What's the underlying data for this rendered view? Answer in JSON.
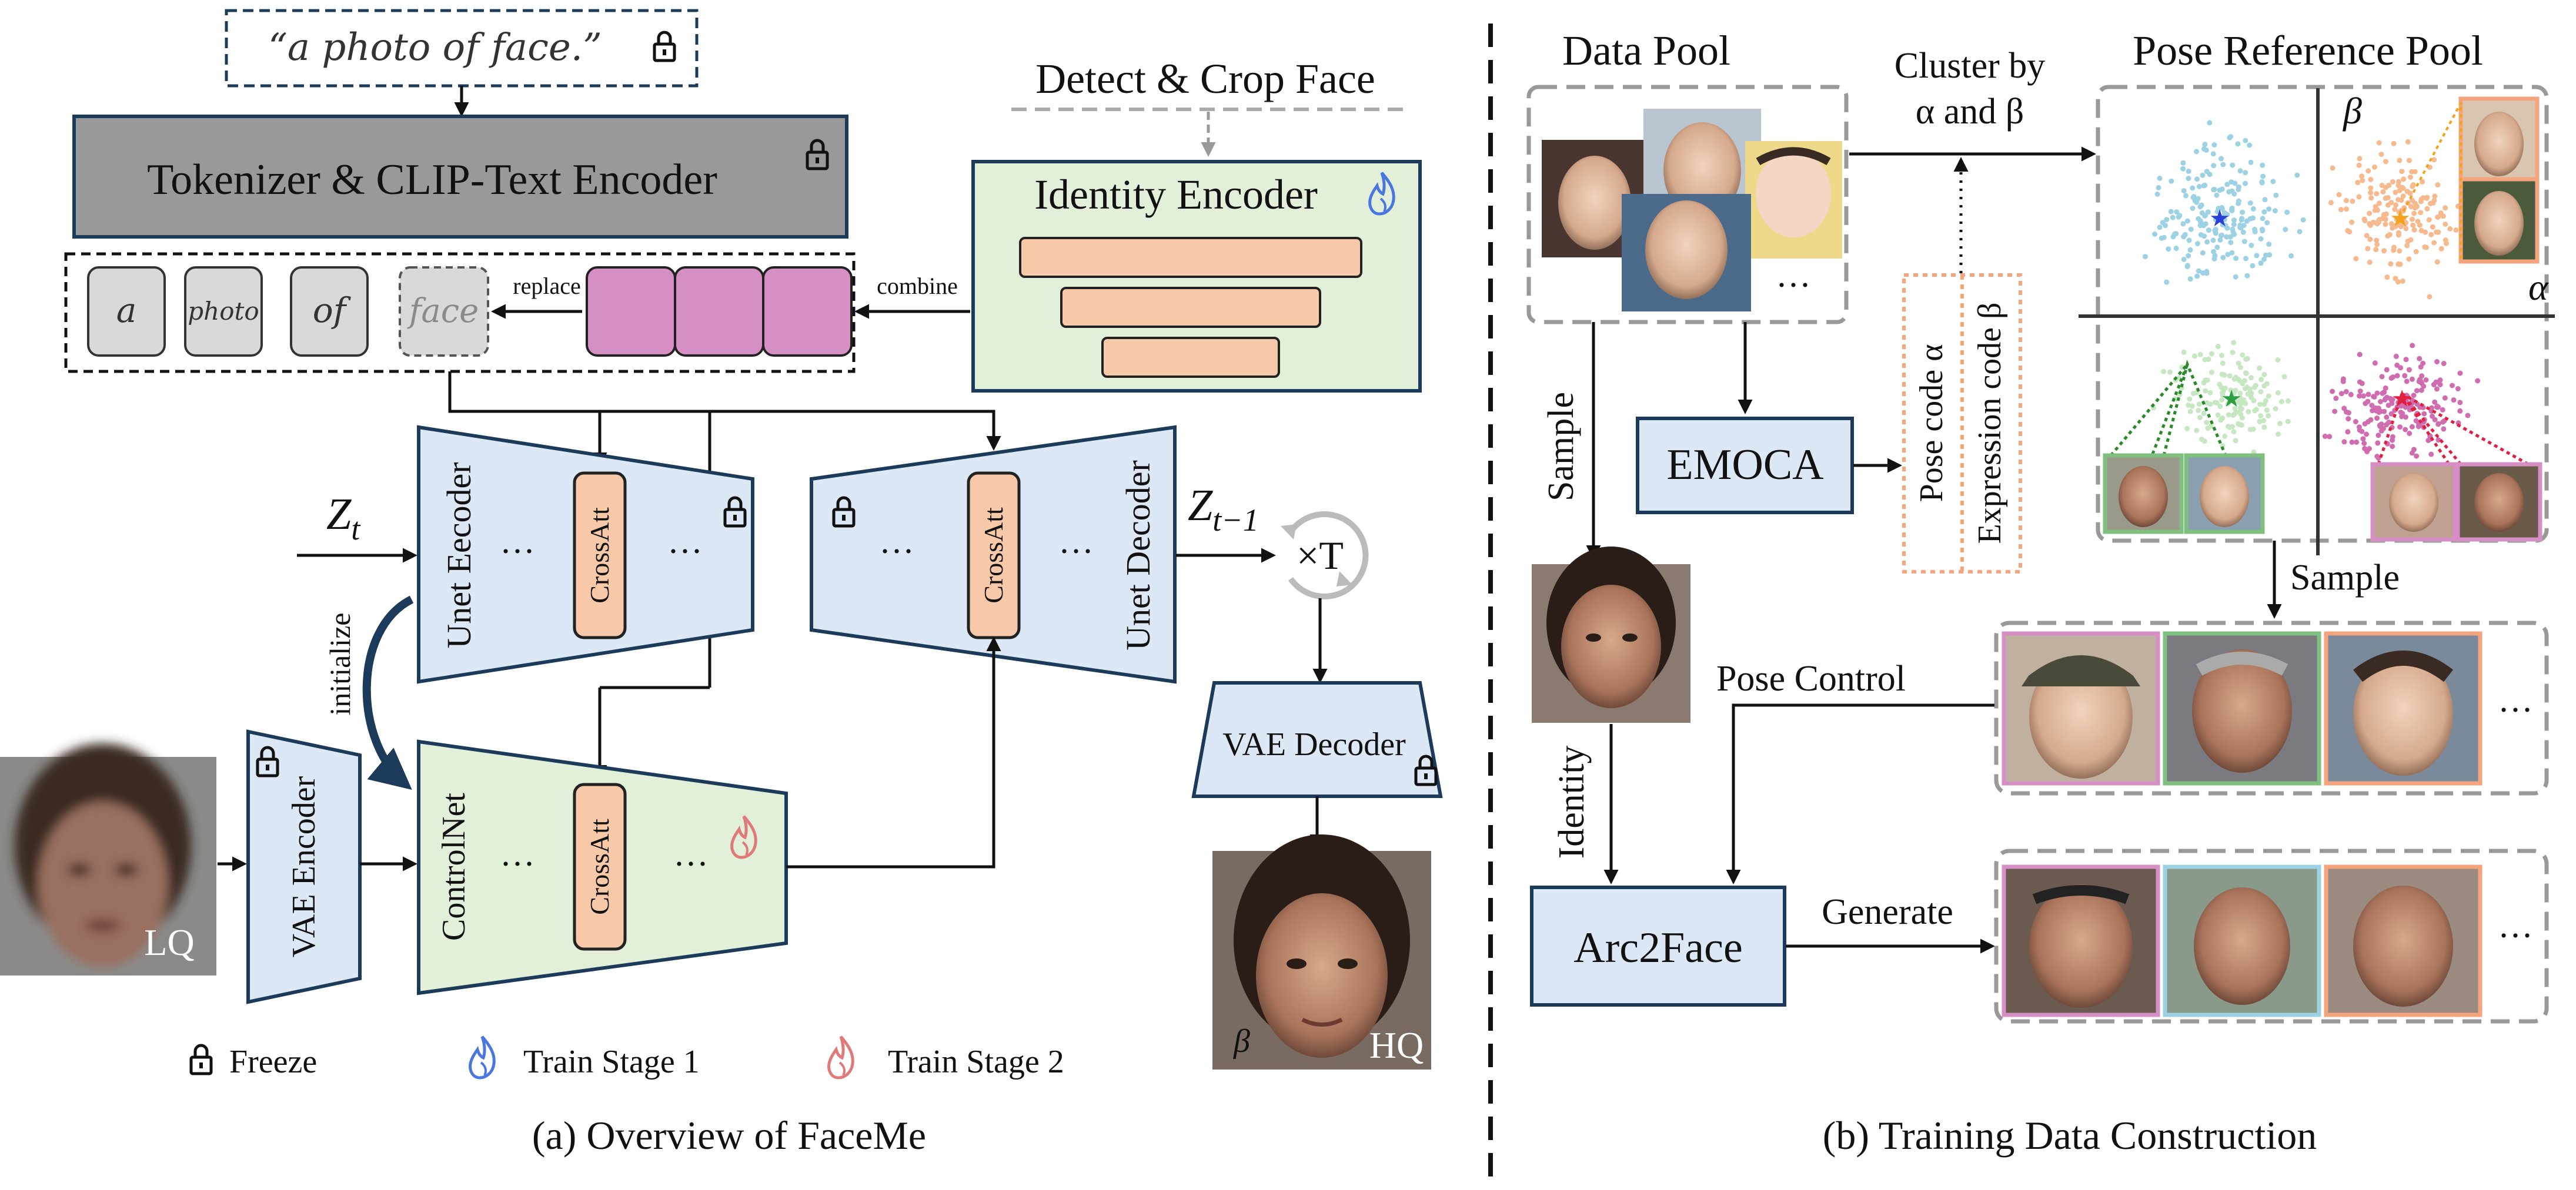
{
  "part_a": {
    "prompt": "“a photo of face.”",
    "text_encoder": "Tokenizer & CLIP-Text Encoder",
    "tokens": [
      "a",
      "photo",
      "of",
      "face"
    ],
    "replace_label": "replace",
    "combine_label": "combine",
    "detect_label": "Detect & Crop Face",
    "identity_encoder": "Identity Encoder",
    "z_t": "Z",
    "z_t_sub": "t",
    "z_t1": "Z",
    "z_t1_sub": "t−1",
    "unet_encoder": "Unet Eecoder",
    "unet_decoder": "Unet Decoder",
    "crossatt": "CrossAtt",
    "ellipsis": "···",
    "initialize_label": "initialize",
    "times_t": "×T",
    "vae_encoder": "VAE Encoder",
    "vae_decoder": "VAE Decoder",
    "controlnet": "ControlNet",
    "lq": "LQ",
    "hq": "HQ",
    "legend_freeze": "Freeze",
    "legend_stage1": "Train Stage 1",
    "legend_stage2": "Train Stage 2",
    "caption": "(a) Overview of FaceMe"
  },
  "part_b": {
    "data_pool": "Data Pool",
    "cluster_line1": "Cluster by",
    "cluster_line2": "α and β",
    "pose_reference_pool": "Pose Reference Pool",
    "beta": "β",
    "alpha": "α",
    "emoca": "EMOCA",
    "pose_code": "Pose code α",
    "expression_code": "Expression code β",
    "sample_left": "Sample",
    "sample_right": "Sample",
    "identity": "Identity",
    "pose_control": "Pose Control",
    "arc2face": "Arc2Face",
    "generate": "Generate",
    "ellipsis": "···",
    "caption": "(b) Training Data Construction"
  },
  "colors": {
    "blue_box": "#dce8f5",
    "green_box": "#e2efd9",
    "pink_token": "#d68fc5",
    "salmon": "#f8c9a8",
    "gray_encoder": "#999999",
    "cluster_blue": "#9dd1e4",
    "cluster_orange": "#f7b98e",
    "cluster_green": "#c7e6c2",
    "cluster_pink": "#cf6db0"
  }
}
